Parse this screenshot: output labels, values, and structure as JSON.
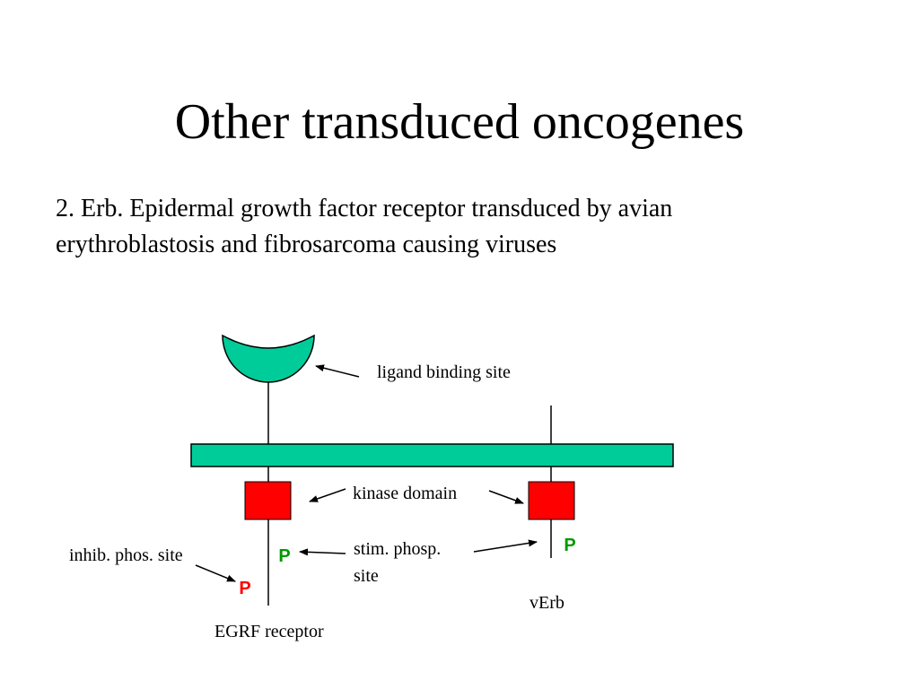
{
  "slide": {
    "title": "Other transduced oncogenes",
    "body_line1": "2. Erb. Epidermal growth factor receptor transduced by avian",
    "body_line2": "erythroblastosis and fibrosarcoma causing viruses"
  },
  "diagram": {
    "labels": {
      "ligand": "ligand binding site",
      "kinase": "kinase domain",
      "inhib_line1": "inhib. phos. site",
      "stim_line1": "stim. phosp.",
      "stim_line2": "site",
      "egfr": "EGRF receptor",
      "verb": "vErb",
      "p_green_left": "P",
      "p_red": "P",
      "p_green_right": "P"
    },
    "colors": {
      "membrane": "#00cc99",
      "ligand_cup": "#00cc99",
      "kinase": "#ff0000",
      "p_stimulatory": "#009900",
      "p_inhibitory": "#ff0000"
    }
  }
}
